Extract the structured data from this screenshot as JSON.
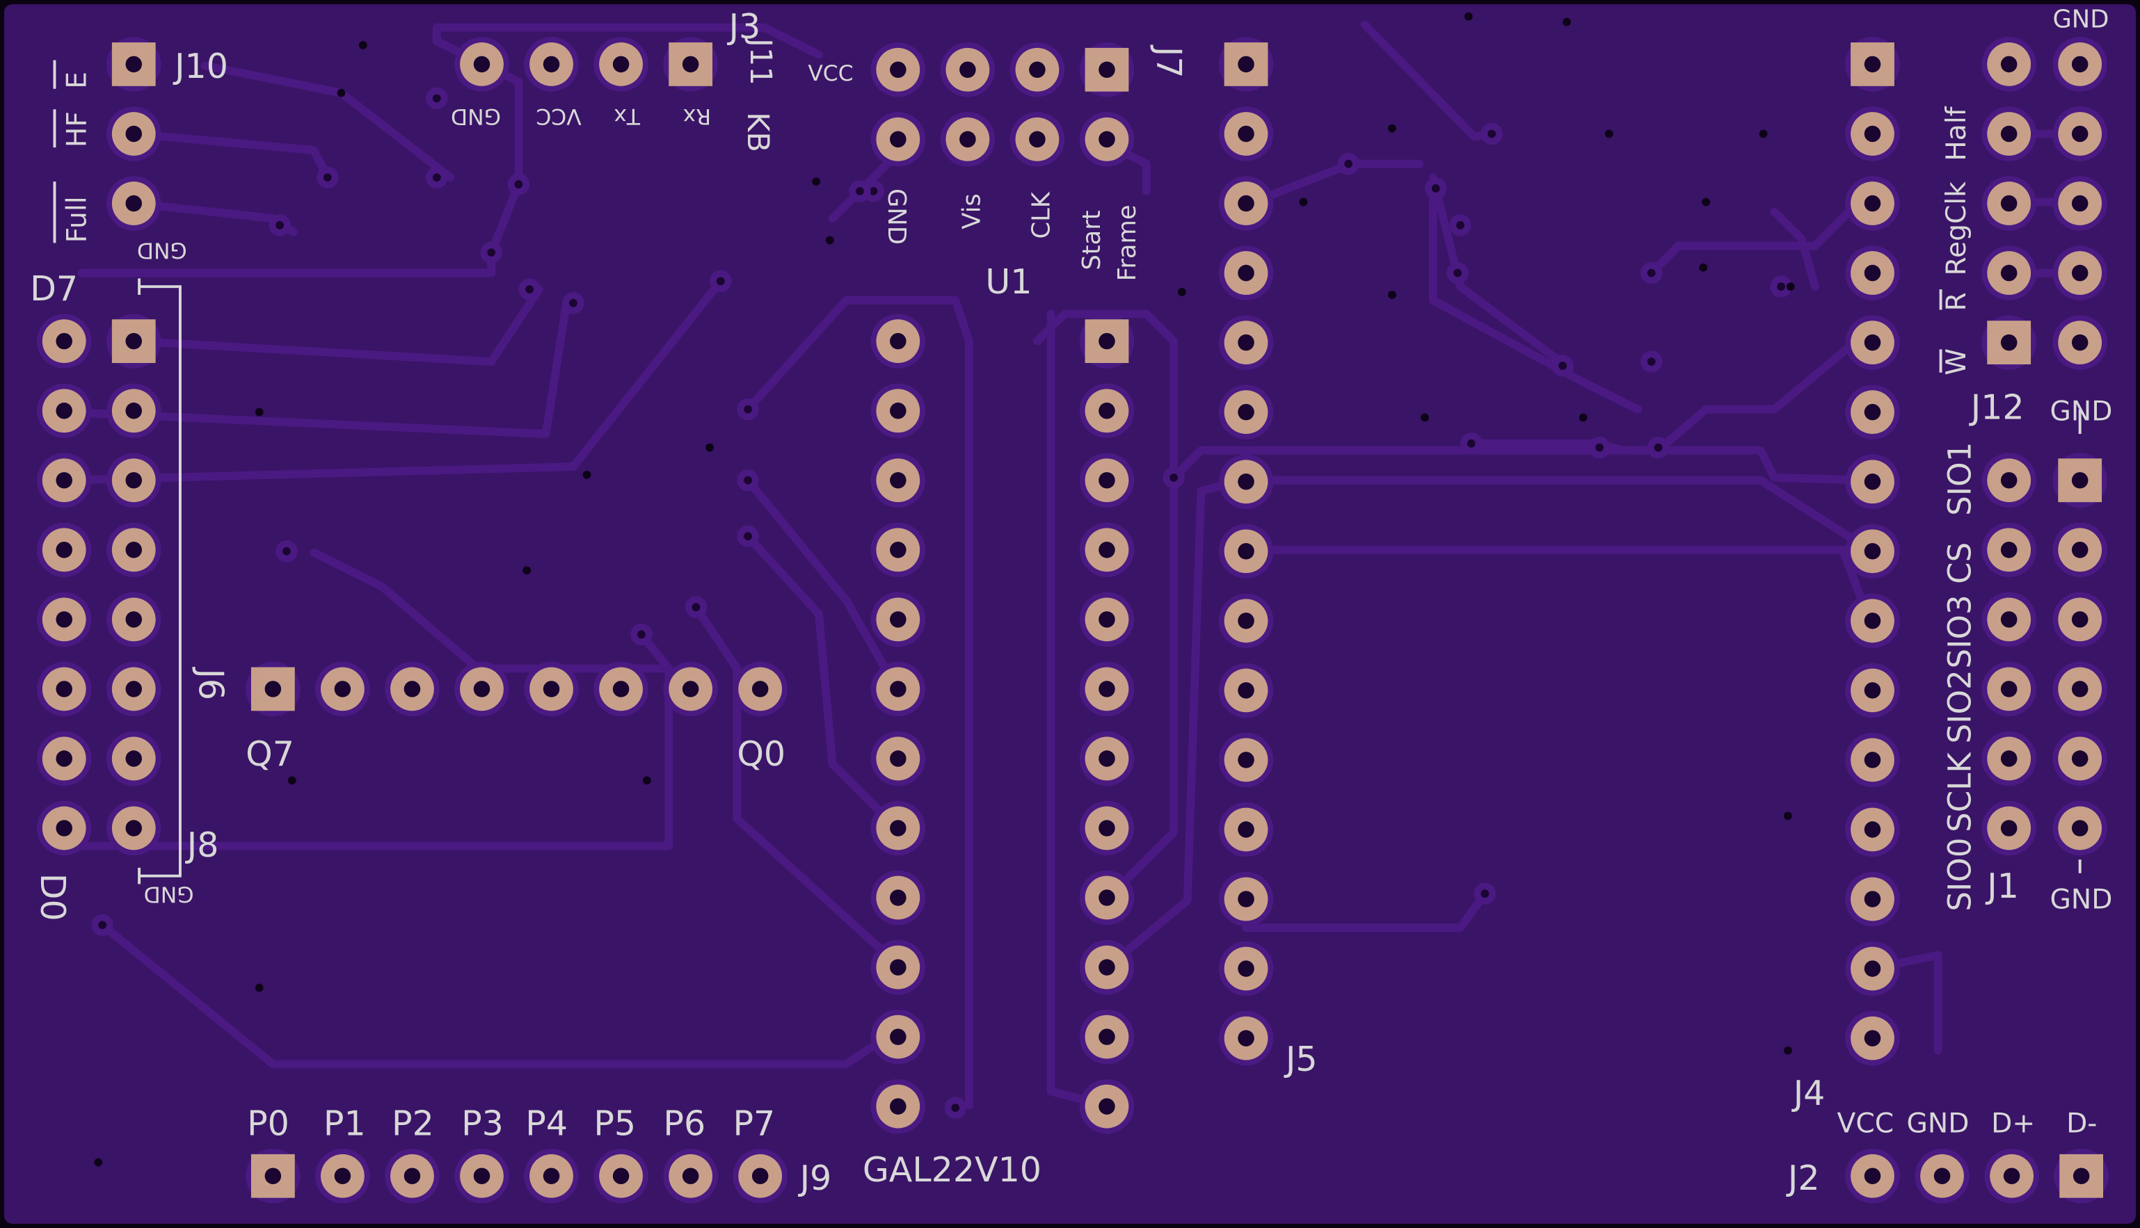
{
  "board": {
    "colors": {
      "substrate": "#3a1467",
      "copper": "#4a1a82",
      "pad": "#c8a08a",
      "hole": "#1a0630",
      "silk": "#d8d8d8"
    }
  },
  "refs": {
    "J1": "J1",
    "J2": "J2",
    "J3": "J3",
    "J4": "J4",
    "J5": "J5",
    "J6": "J6",
    "J7": "J7",
    "J8": "J8",
    "J9": "J9",
    "J10": "J10",
    "J11": "J11",
    "J12": "J12",
    "U1": "U1",
    "GAL22V10": "GAL22V10"
  },
  "labels": {
    "j10": {
      "full": "Full",
      "hf": "HF",
      "e": "E"
    },
    "j11": {
      "gnd": "GND",
      "vcc": "VCC",
      "tx": "Tx",
      "rx": "Rx",
      "kb": "KB"
    },
    "j7": {
      "vcc": "VCC",
      "gnd": "GND",
      "vis": "Vis",
      "clk": "CLK",
      "start": "Start",
      "frame": "Frame"
    },
    "j6j8": {
      "d7": "D7",
      "d0": "D0",
      "gnd_top": "GND",
      "gnd_bottom": "GND"
    },
    "shift": {
      "q7": "Q7",
      "q0": "Q0"
    },
    "j9": [
      "P0",
      "P1",
      "P2",
      "P3",
      "P4",
      "P5",
      "P6",
      "P7"
    ],
    "j12": {
      "gnd_top": "GND",
      "r": "R",
      "regclk": "RegClk",
      "half": "Half",
      "w": "W",
      "gnd_bottom": "GND"
    },
    "j1": {
      "sio0": "SIO0",
      "sclk": "SCLK",
      "sio2": "SIO2",
      "sio3": "SIO3",
      "cs": "CS",
      "sio1": "SIO1",
      "gnd": "GND"
    },
    "j2": {
      "vcc": "VCC",
      "gnd": "GND",
      "dp": "D+",
      "dm": "D-"
    }
  }
}
